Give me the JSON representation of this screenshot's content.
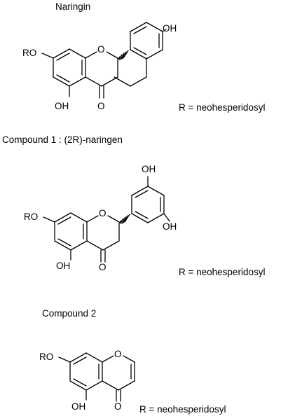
{
  "sections": [
    {
      "title": "Naringin",
      "r_label": "R = neohesperidosyl",
      "atoms": {
        "ro": "RO",
        "ring_o": "O",
        "oh_5": "OH",
        "carbonyl_o": "O",
        "oh_4p": "OH"
      }
    },
    {
      "title": "Compound 1 : (2R)-naringen",
      "r_label": "R = neohesperidosyl",
      "atoms": {
        "ro": "RO",
        "ring_o": "O",
        "oh_5": "OH",
        "carbonyl_o": "O",
        "oh_3p": "OH",
        "oh_5p": "OH"
      }
    },
    {
      "title": "Compound 2",
      "r_label": "R = neohesperidosyl",
      "atoms": {
        "ro": "RO",
        "ring_o": "O",
        "oh_5": "OH",
        "carbonyl_o": "O"
      }
    }
  ]
}
